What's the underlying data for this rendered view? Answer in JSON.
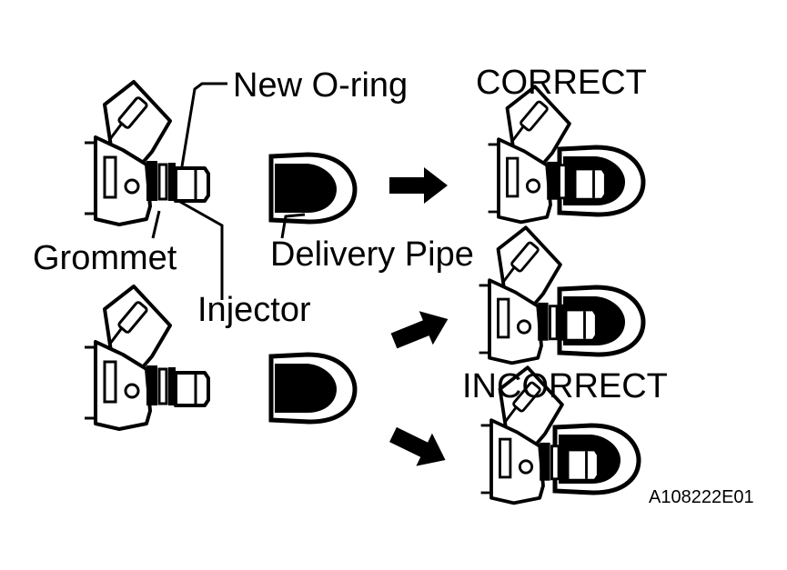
{
  "labels": {
    "new_o_ring": "New O-ring",
    "correct": "CORRECT",
    "grommet": "Grommet",
    "delivery_pipe": "Delivery Pipe",
    "injector": "Injector",
    "incorrect": "INCORRECT",
    "figure_code": "A108222E01"
  },
  "colors": {
    "ink": "#000000",
    "paper": "#ffffff"
  },
  "icons": [
    "fuel-injector-icon",
    "delivery-pipe-icon",
    "arrow-right-icon"
  ]
}
